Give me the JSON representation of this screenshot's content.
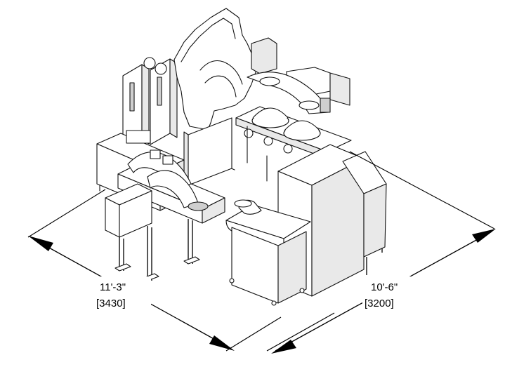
{
  "dimensions": {
    "width": {
      "imperial": "11'-3\"",
      "metric": "[3430]"
    },
    "depth": {
      "imperial": "10'-6\"",
      "metric": "[3200]"
    }
  }
}
